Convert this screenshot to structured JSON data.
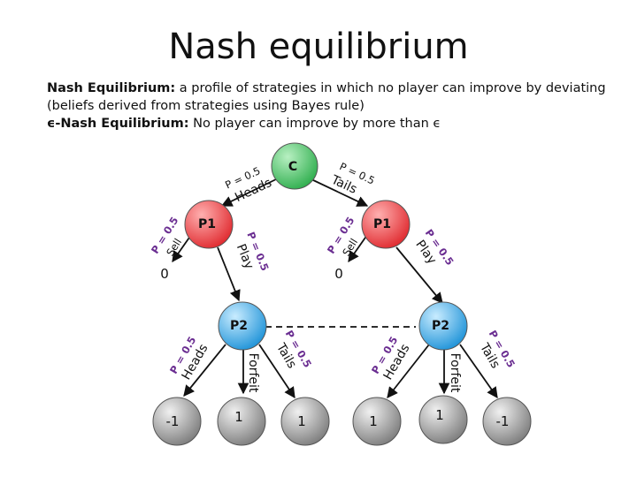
{
  "title": "Nash equilibrium",
  "definitions": {
    "nash_term": "Nash Equilibrium:",
    "nash_text": " a profile of strategies in which no player can improve by deviating",
    "nash_text2": "(beliefs derived from strategies using Bayes rule)",
    "eps_term": "ϵ-Nash Equilibrium:",
    "eps_text": " No player can improve by more than ϵ"
  },
  "tree": {
    "chance": "C",
    "p1_left": "P1",
    "p1_right": "P1",
    "p2_left": "P2",
    "p2_right": "P2",
    "heads": "Heads",
    "tails": "Tails",
    "prob": "P = 0.5",
    "sell": "Sell",
    "play": "Play",
    "forfeit": "Forfeit",
    "sell_payoff_left": "0",
    "sell_payoff_right": "0",
    "leaves": [
      "-1",
      "1",
      "1",
      "1",
      "1",
      "-1"
    ]
  },
  "colors": {
    "chance_node": "#3fbf5f",
    "player1_node": "#e8333b",
    "player2_node": "#2aa0e4",
    "leaf_node": "#8f8f8f",
    "prob_text": "#6a2d91"
  }
}
